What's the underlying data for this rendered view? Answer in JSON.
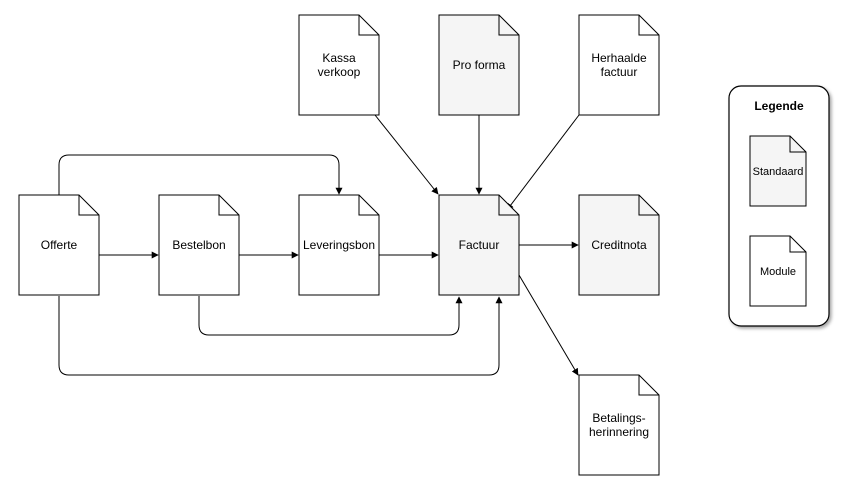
{
  "documents": {
    "offerte": {
      "label": [
        "Offerte"
      ],
      "type": "module"
    },
    "bestelbon": {
      "label": [
        "Bestelbon"
      ],
      "type": "module"
    },
    "leveringsbon": {
      "label": [
        "Leveringsbon"
      ],
      "type": "module"
    },
    "factuur": {
      "label": [
        "Factuur"
      ],
      "type": "standard"
    },
    "creditnota": {
      "label": [
        "Creditnota"
      ],
      "type": "standard"
    },
    "kassa": {
      "label": [
        "Kassa",
        "verkoop"
      ],
      "type": "module"
    },
    "proforma": {
      "label": [
        "Pro forma"
      ],
      "type": "standard"
    },
    "herhaalde": {
      "label": [
        "Herhaalde",
        "factuur"
      ],
      "type": "module"
    },
    "betalings": {
      "label": [
        "Betalings-",
        "herinnering"
      ],
      "type": "module"
    }
  },
  "legend": {
    "title": "Legende",
    "standard_label": "Standaard",
    "module_label": "Module"
  },
  "colors": {
    "standard_fill": "#f5f5f5",
    "module_fill": "#ffffff",
    "stroke": "#000000"
  }
}
